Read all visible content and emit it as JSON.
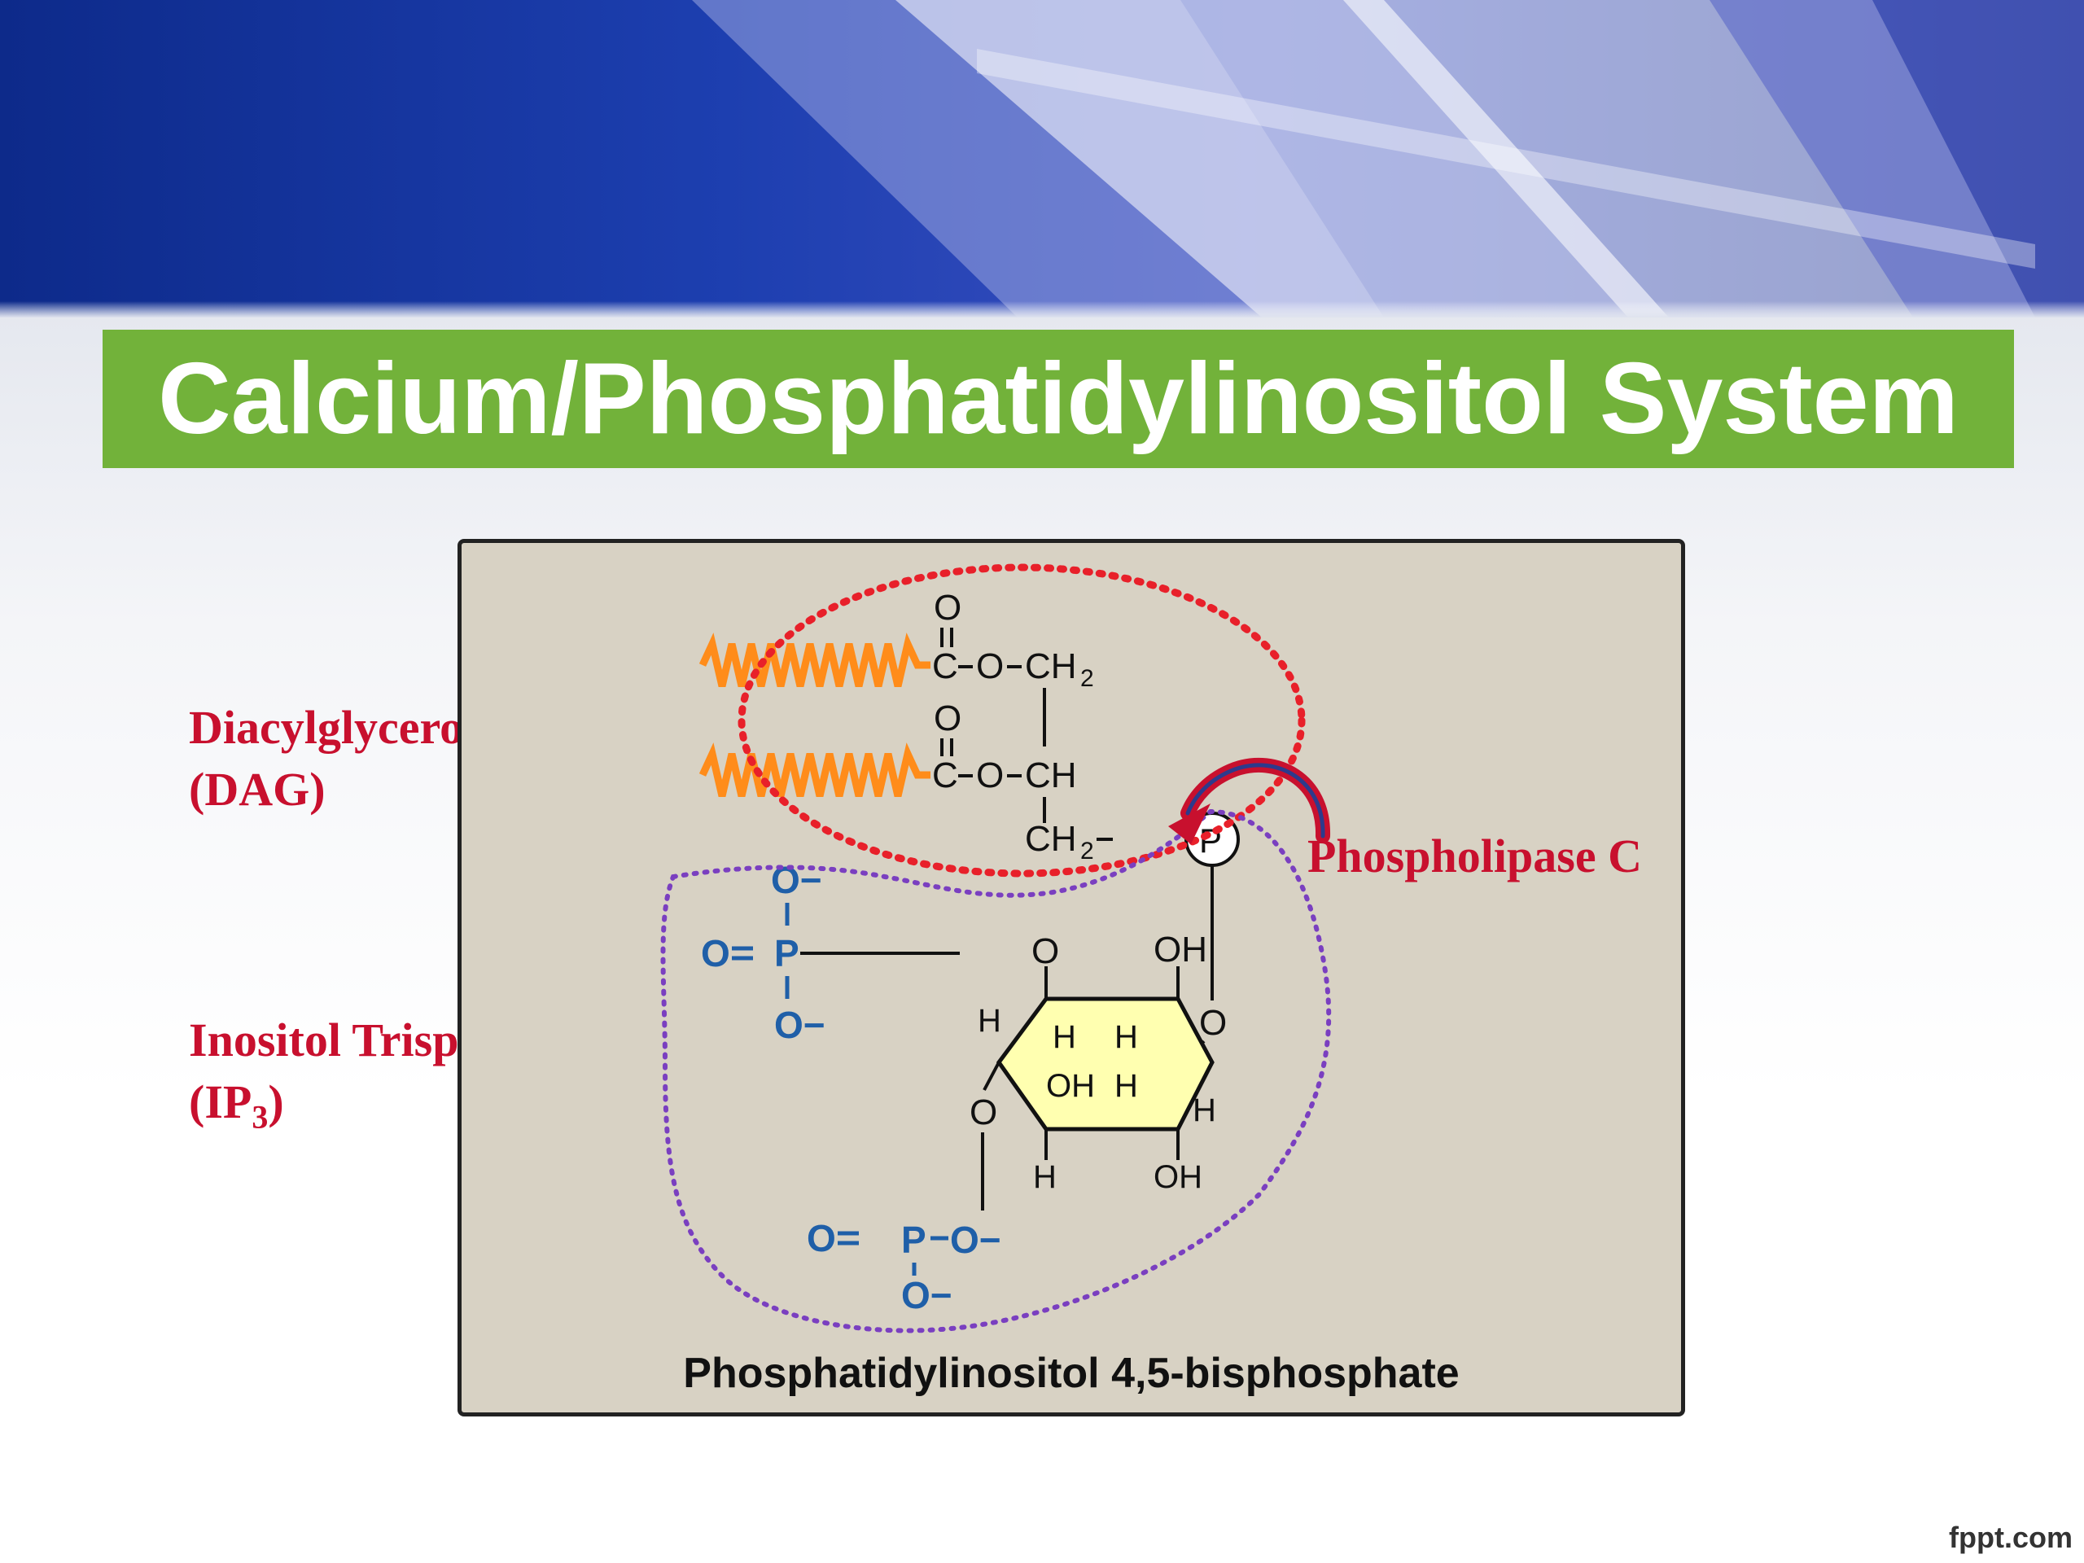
{
  "slide": {
    "title": "Calcium/Phosphatidylinositol System",
    "footer": "fppt.com"
  },
  "labels": {
    "dag_line1": "Diacylglycerol",
    "dag_line2": "(DAG)",
    "ip3_line1": "Inositol Trisphosphate",
    "ip3_line2_prefix": "(IP",
    "ip3_line2_sub": "3",
    "ip3_line2_suffix": ")",
    "enzyme": "Phospholipase C"
  },
  "molecule": {
    "caption": "Phosphatidylinositol 4,5-bisphosphate",
    "atoms": {
      "O": "O",
      "O_minus": "O−",
      "P": "P",
      "H": "H",
      "OH": "OH",
      "C": "C",
      "CH2": "CH",
      "CH": "CH",
      "sub2": "2",
      "P_circle": "P"
    }
  },
  "colors": {
    "title_bg": "#72b23a",
    "label_red": "#c8102e",
    "chain_orange": "#ff8c1a",
    "phosphate_blue": "#1f5fa8",
    "ring_fill": "#ffffb0",
    "dag_outline": "#e8202a",
    "ip3_outline": "#7a3fc0"
  }
}
